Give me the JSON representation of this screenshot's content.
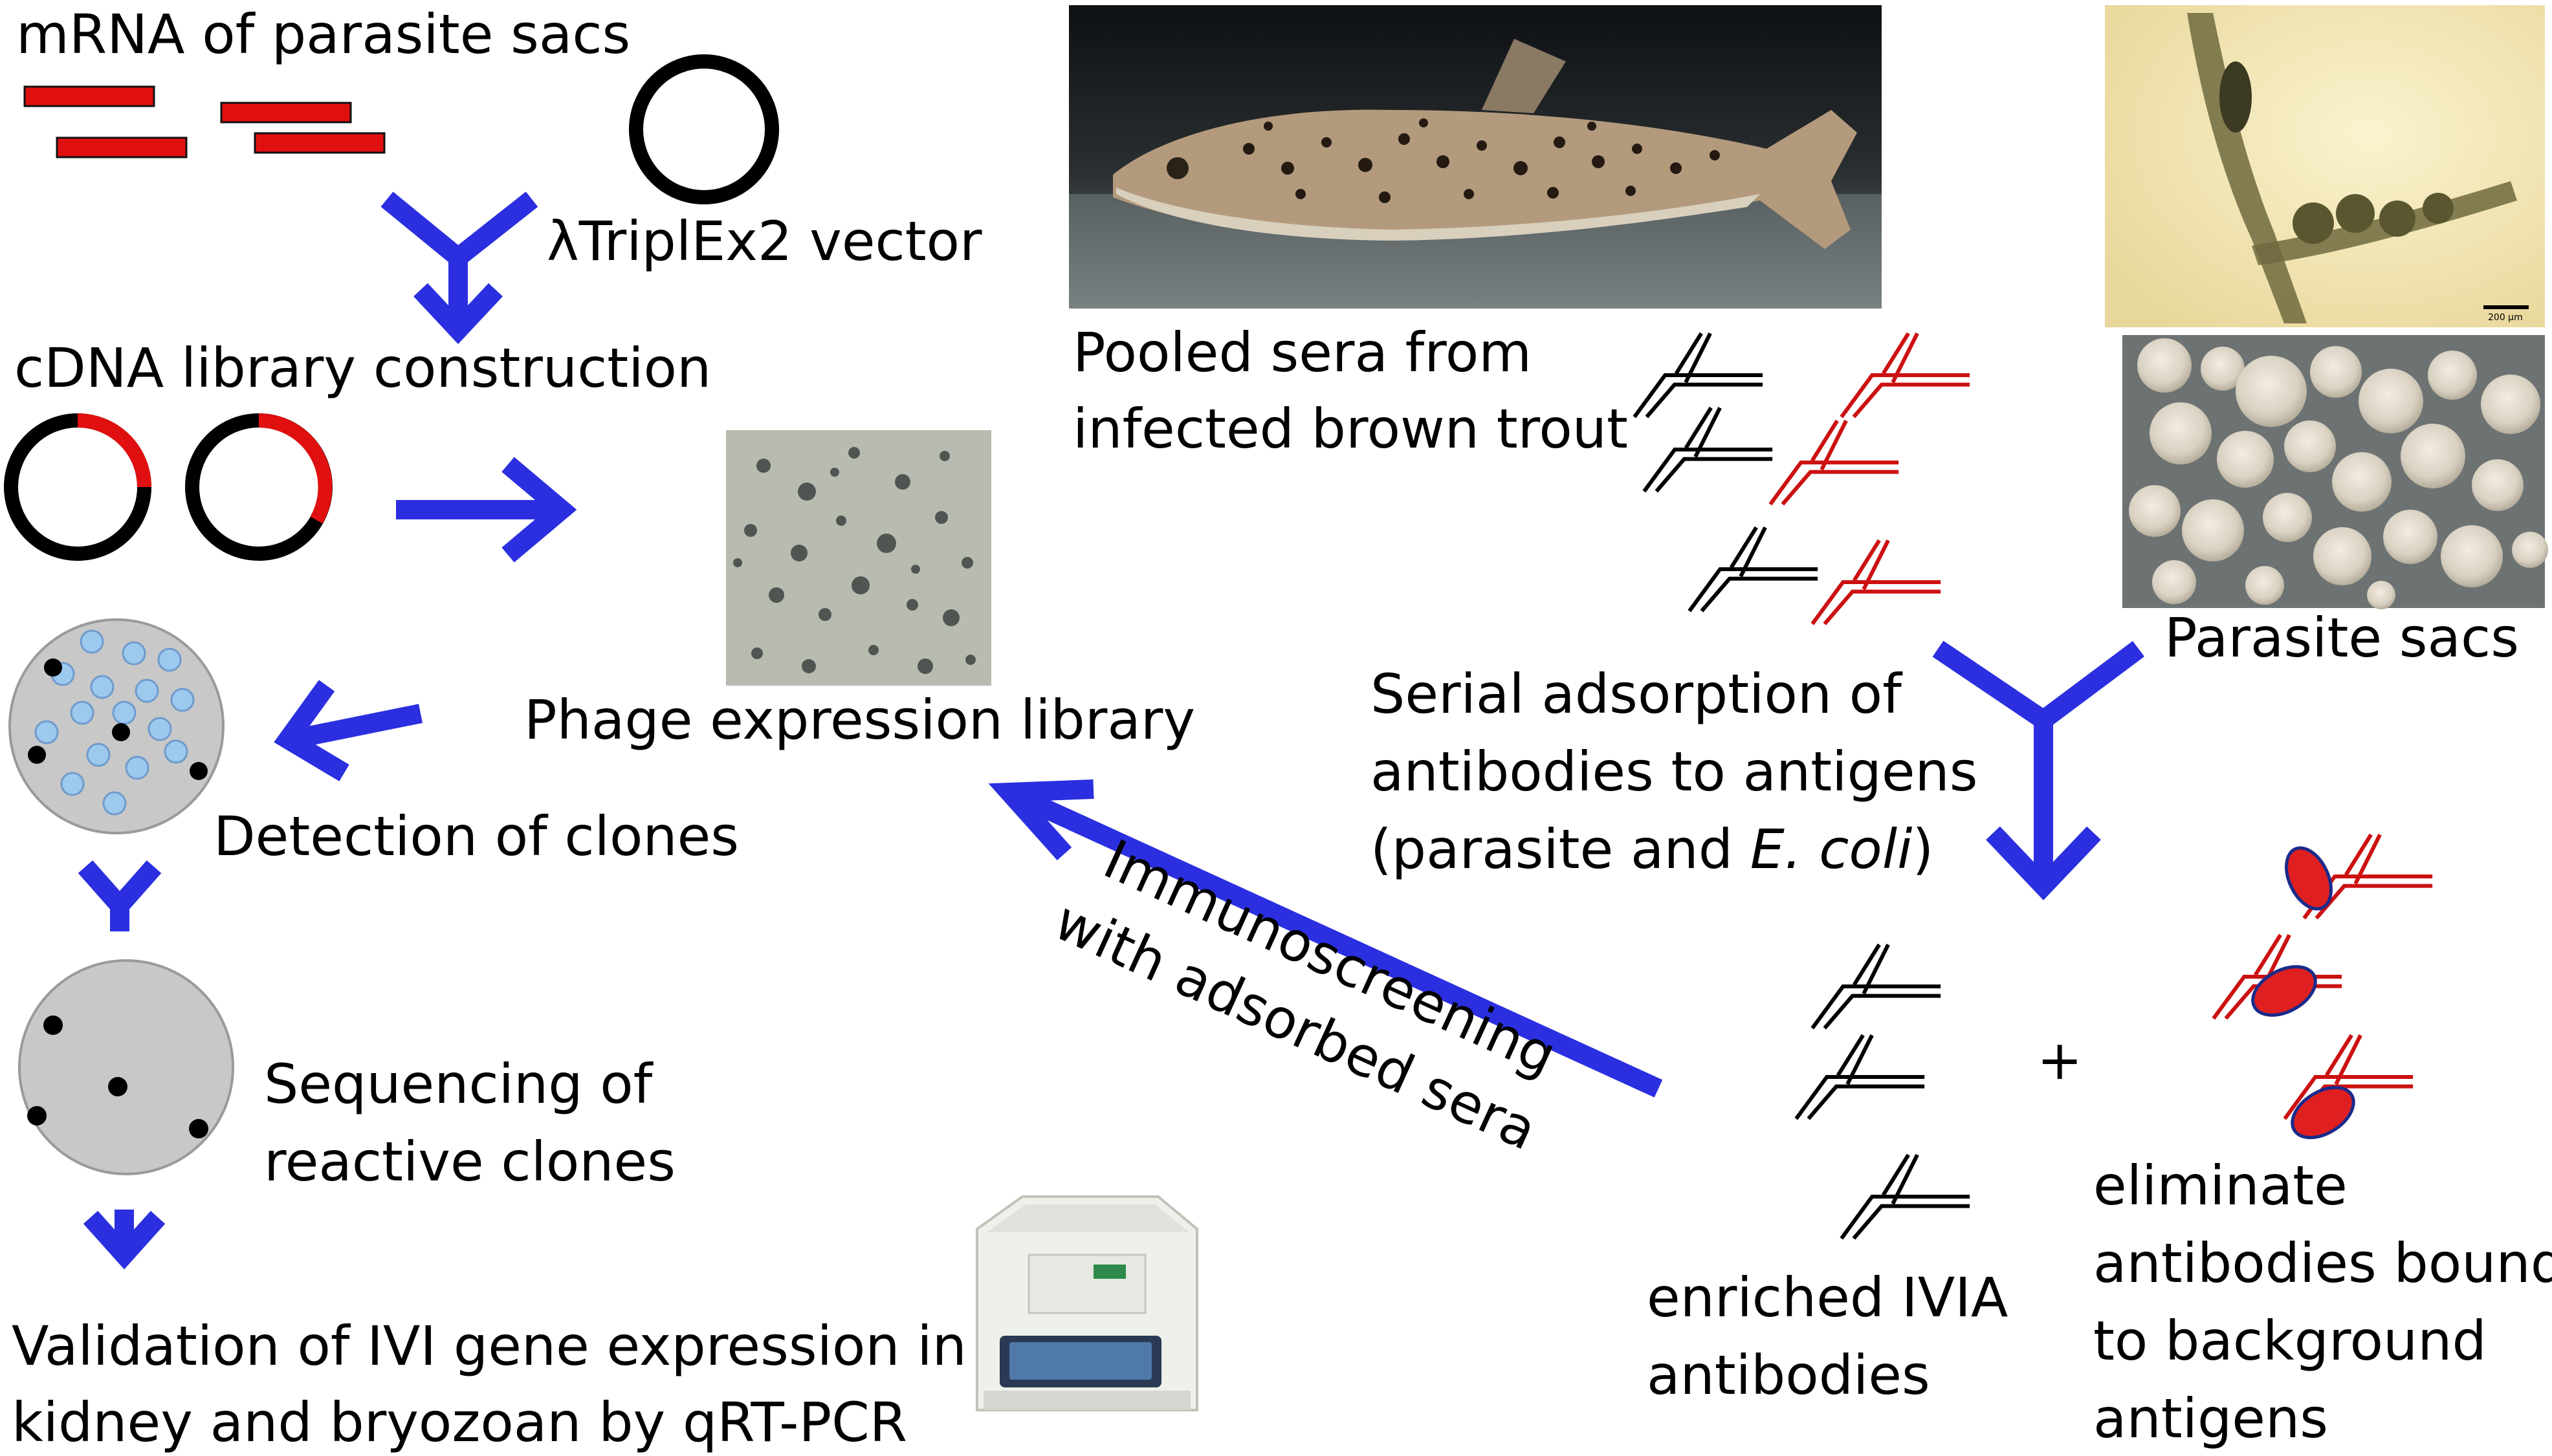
{
  "labels": {
    "mrna": "mRNA of parasite sacs",
    "vector": "λTriplEx2 vector",
    "cdna": "cDNA library construction",
    "phage": "Phage expression library",
    "detection": "Detection of clones",
    "sequencing_1": "Sequencing of",
    "sequencing_2": "reactive clones",
    "validation_1": "Validation of IVI gene expression in",
    "validation_2": "kidney and bryozoan by qRT-PCR",
    "pooled_1": "Pooled sera from",
    "pooled_2": "infected brown trout",
    "parasite_sacs": "Parasite sacs",
    "serial_1": "Serial adsorption of",
    "serial_2": "antibodies to antigens",
    "serial_3_pre": "(parasite and ",
    "serial_3_em": "E. coli",
    "serial_3_post": ")",
    "immuno_1": "Immunoscreening",
    "immuno_2": "with adsorbed sera",
    "plus": "+",
    "enriched_1": "enriched IVIA",
    "enriched_2": "antibodies",
    "eliminate_1": "eliminate",
    "eliminate_2": "antibodies bound",
    "eliminate_3": "to background",
    "eliminate_4": "antigens",
    "scale_bar": "200 µm"
  },
  "colors": {
    "arrow": "#2b2fe0",
    "mrna": "#e01010",
    "antibody_bound": "#cc1111",
    "antigen": "#e02020",
    "plate": "#c8c8c8",
    "bead": "#9ec9ef"
  },
  "icons": {
    "fish_photo": "brown-trout-photo",
    "bryozoan_photo": "bryozoan-micrograph",
    "sacs_photo": "parasite-sacs-photo",
    "plaque_photo": "phage-plaques-photo",
    "pcr_machine": "qpcr-instrument"
  }
}
